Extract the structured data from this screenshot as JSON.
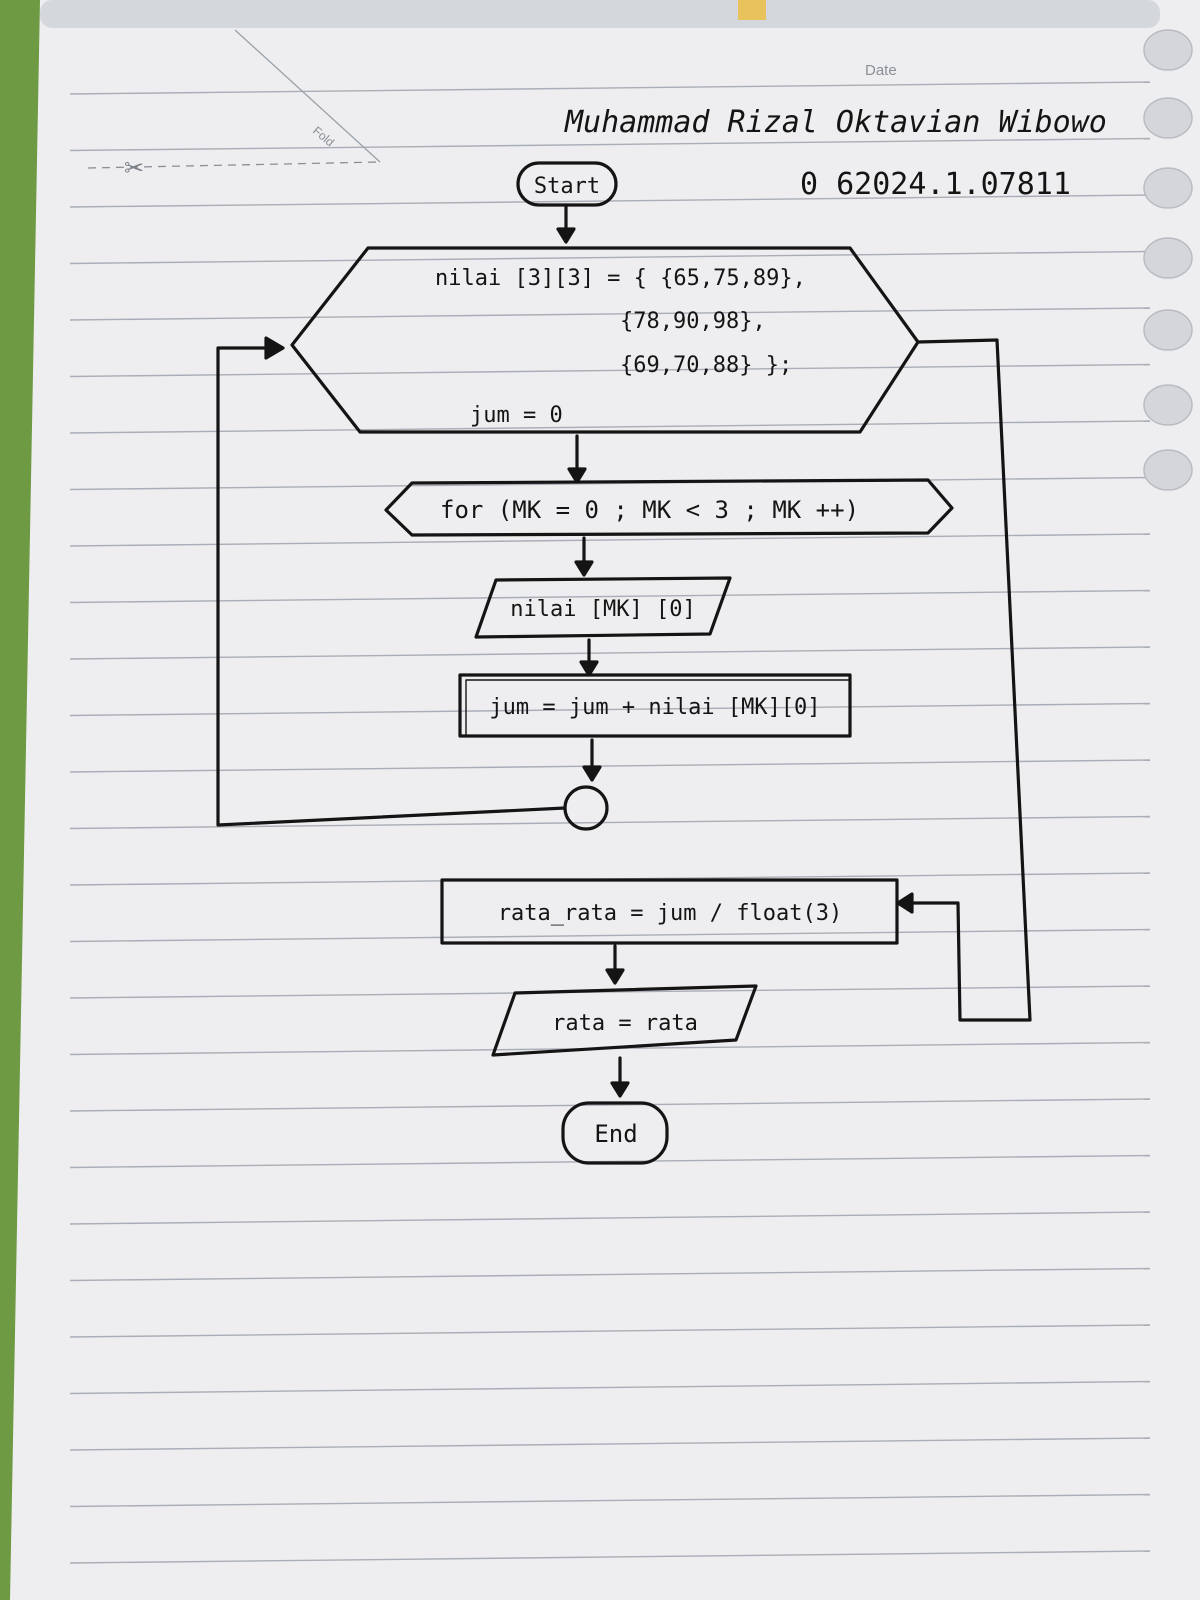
{
  "page": {
    "date_label": "Date",
    "fold_label": "Fold"
  },
  "header": {
    "author_name": "Muhammad Rizal Oktavian Wibowo",
    "student_id": "0 62024.1.07811"
  },
  "flowchart": {
    "start_label": "Start",
    "init_lines": [
      "nilai [3][3] = { {65,75,89},",
      "{78,90,98},",
      "{69,70,88} };",
      "jum = 0"
    ],
    "loop_label": "for (MK = 0 ; MK < 3 ; MK ++)",
    "input_label": "nilai [MK] [0]",
    "accumulate_label": "jum = jum + nilai [MK][0]",
    "average_label": "rata_rata = jum / float(3)",
    "output_label": "rata = rata",
    "end_label": "End"
  },
  "colors": {
    "paper": "#eeeef0",
    "ink": "#141414",
    "ruled_line": "#a9adb7",
    "background": "#6e9a43"
  }
}
